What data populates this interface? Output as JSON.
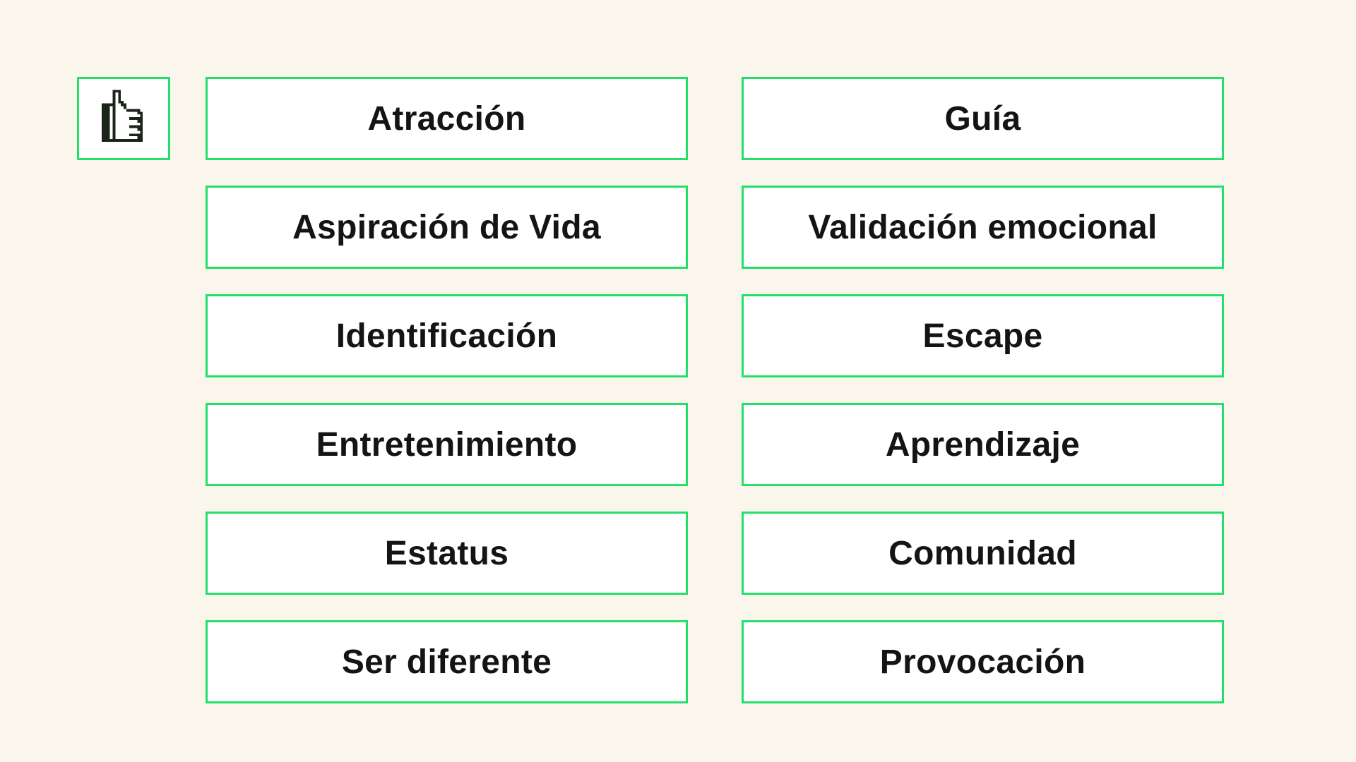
{
  "icon": {
    "name": "thumbs-up-icon"
  },
  "colors": {
    "background": "#faf6ec",
    "card_border": "#22e06a",
    "card_fill": "#ffffff",
    "text": "#141414"
  },
  "left_column": [
    {
      "label": "Atracción"
    },
    {
      "label": "Aspiración de Vida"
    },
    {
      "label": "Identificación"
    },
    {
      "label": "Entretenimiento"
    },
    {
      "label": "Estatus"
    },
    {
      "label": "Ser diferente"
    }
  ],
  "right_column": [
    {
      "label": "Guía"
    },
    {
      "label": "Validación emocional"
    },
    {
      "label": "Escape"
    },
    {
      "label": "Aprendizaje"
    },
    {
      "label": "Comunidad"
    },
    {
      "label": "Provocación"
    }
  ]
}
